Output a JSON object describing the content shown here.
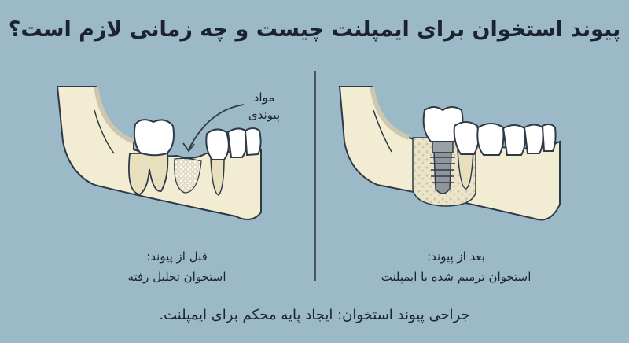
{
  "title": "پیوند استخوان برای ایمپلنت چیست و چه زمانی لازم است؟",
  "before": {
    "label_line1": "قبل از پیوند:",
    "label_line2": "استخوان تحلیل رفته",
    "annotation_line1": "مواد",
    "annotation_line2": "پیوندی"
  },
  "after": {
    "label_line1": "بعد از پیوند:",
    "label_line2": "استخوان ترمیم شده با ایمپلنت"
  },
  "caption": "جراحی پیوند استخوان: ایجاد پایه محکم برای ایمپلنت.",
  "colors": {
    "background": "#9bb9c7",
    "bone": "#f2ecd2",
    "tooth": "#ffffff",
    "outline": "#2e3a48",
    "implant": "#8e969c"
  }
}
